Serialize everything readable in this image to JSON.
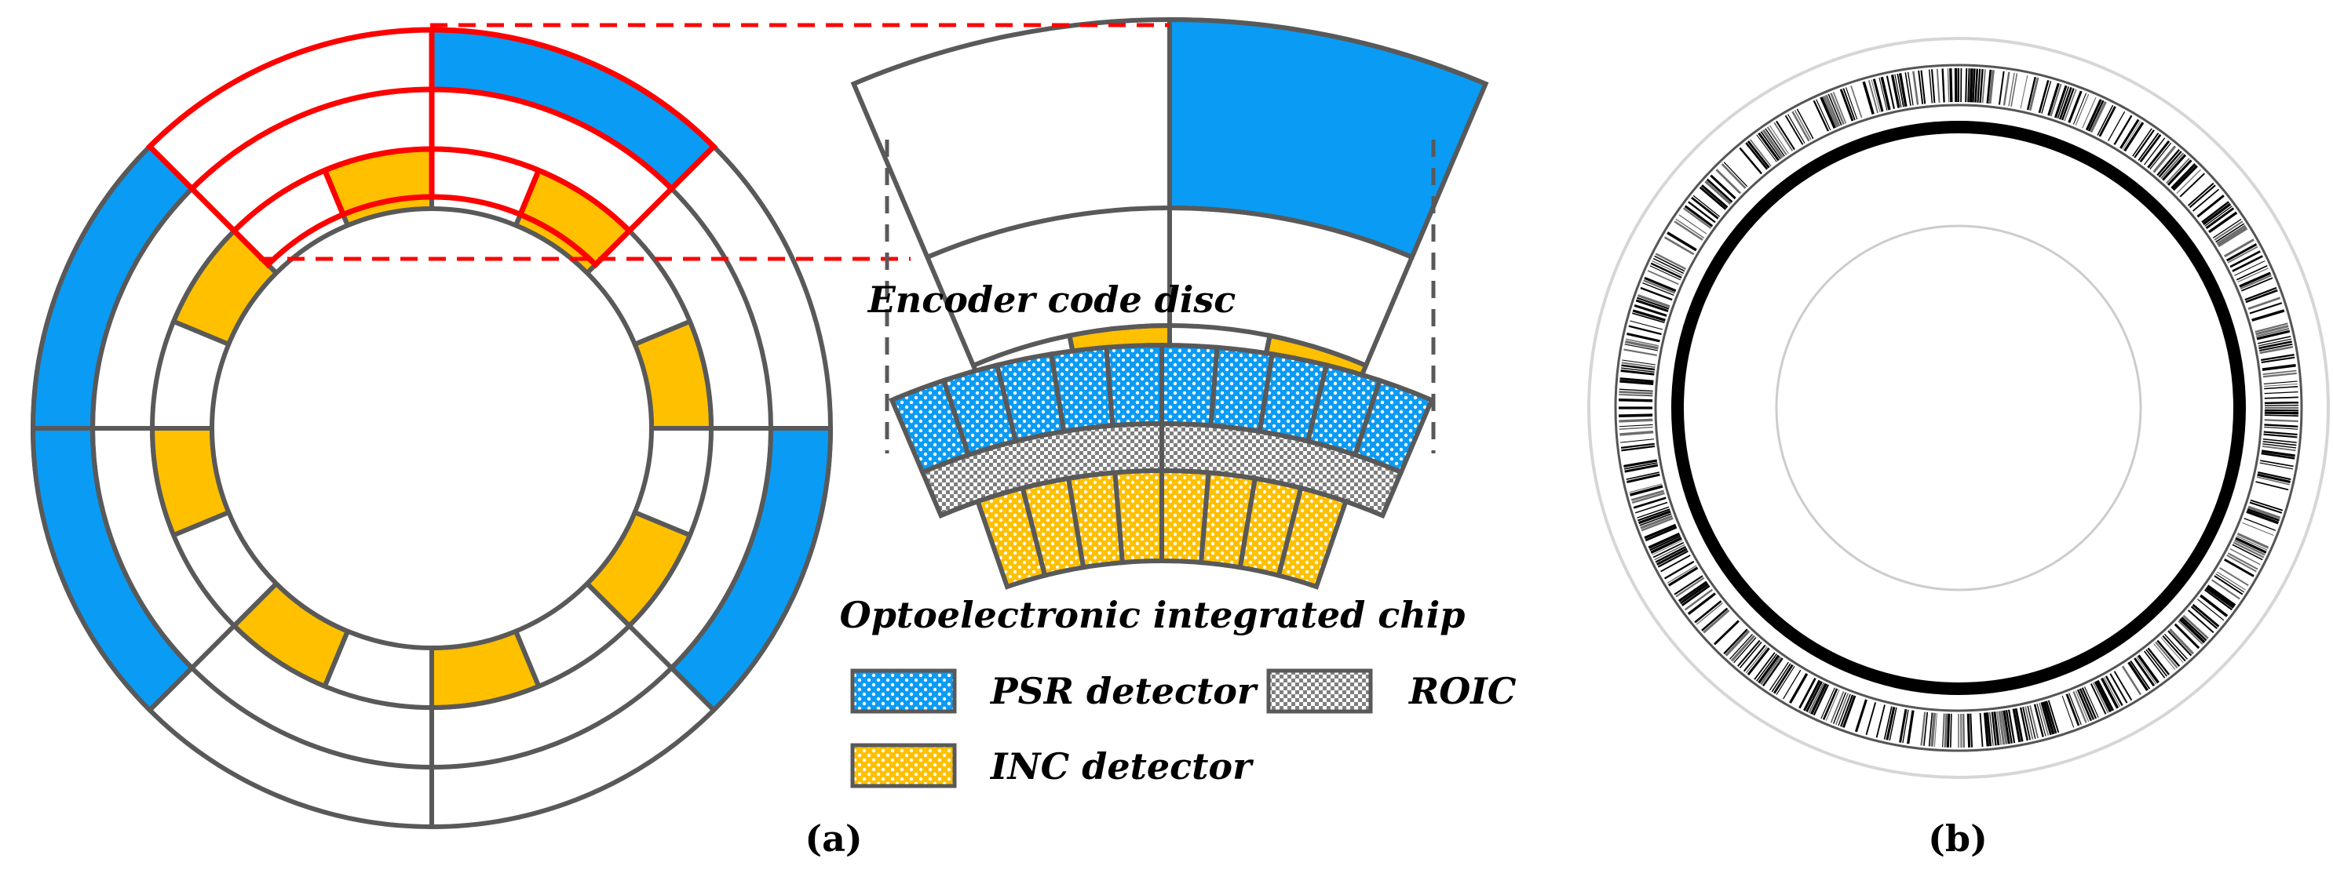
{
  "labels": {
    "encoder_code_disc": "Encoder code disc",
    "optoelectronic_chip": "Optoelectronic integrated chip",
    "legend_psr": "PSR detector",
    "legend_roic": "ROIC",
    "legend_inc": "INC detector",
    "caption_a": "(a)",
    "caption_b": "(b)"
  },
  "colors": {
    "psr_blue": "#0A9BF5",
    "inc_yellow": "#FFC000",
    "outline_gray": "#595959",
    "highlight_red": "#FF0000",
    "roic_gray": "#A6A6A6",
    "disc_black": "#000000"
  },
  "disc": {
    "outer_ring_blue_arcs_deg": [
      [
        -90,
        -45
      ],
      [
        -180,
        -135
      ],
      [
        135,
        180
      ],
      [
        0,
        45
      ]
    ],
    "inner_ring_yellow_arcs_deg": [
      [
        -112.5,
        -90
      ],
      [
        -67.5,
        -45
      ],
      [
        -157.5,
        -135
      ],
      [
        -22.5,
        0
      ],
      [
        157.5,
        180
      ],
      [
        22.5,
        45
      ],
      [
        112.5,
        135
      ],
      [
        67.5,
        90
      ]
    ]
  },
  "chip": {
    "psr_segments": 10,
    "inc_segments": 8
  }
}
